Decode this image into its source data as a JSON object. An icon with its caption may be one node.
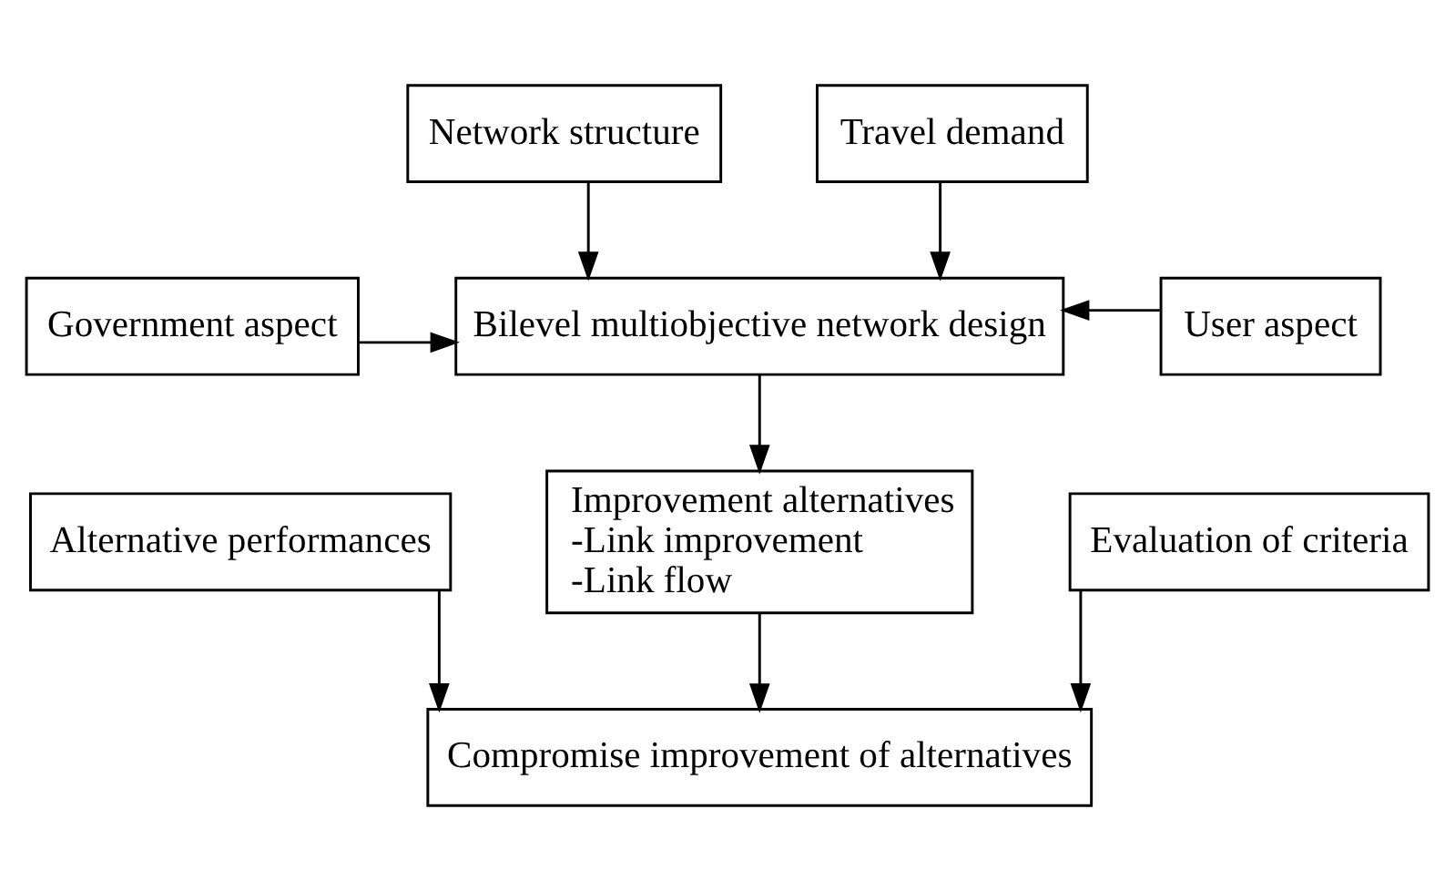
{
  "diagram": {
    "nodes": [
      {
        "text": [
          "Network structure"
        ]
      },
      {
        "text": [
          "Travel demand"
        ]
      },
      {
        "text": [
          "Government aspect"
        ]
      },
      {
        "text": [
          "User aspect"
        ]
      },
      {
        "text": [
          "Bilevel multiobjective network design"
        ]
      },
      {
        "text": [
          "Improvement alternatives",
          "-Link improvement",
          "-Link flow"
        ]
      },
      {
        "text": [
          "Alternative performances"
        ]
      },
      {
        "text": [
          "Evaluation of criteria"
        ]
      },
      {
        "text": [
          "Compromise improvement of alternatives"
        ]
      }
    ],
    "edges": [
      {
        "from": 0,
        "to": 4,
        "arrow": "to"
      },
      {
        "from": 1,
        "to": 4,
        "arrow": "to"
      },
      {
        "from": 2,
        "to": 4,
        "arrow": "to"
      },
      {
        "from": 3,
        "to": 4,
        "arrow": "to"
      },
      {
        "from": 4,
        "to": 5,
        "arrow": "to"
      },
      {
        "from": 5,
        "to": 8,
        "arrow": "to"
      },
      {
        "from": 6,
        "to": 8,
        "arrow": "to"
      },
      {
        "from": 7,
        "to": 8,
        "arrow": "to"
      }
    ]
  }
}
